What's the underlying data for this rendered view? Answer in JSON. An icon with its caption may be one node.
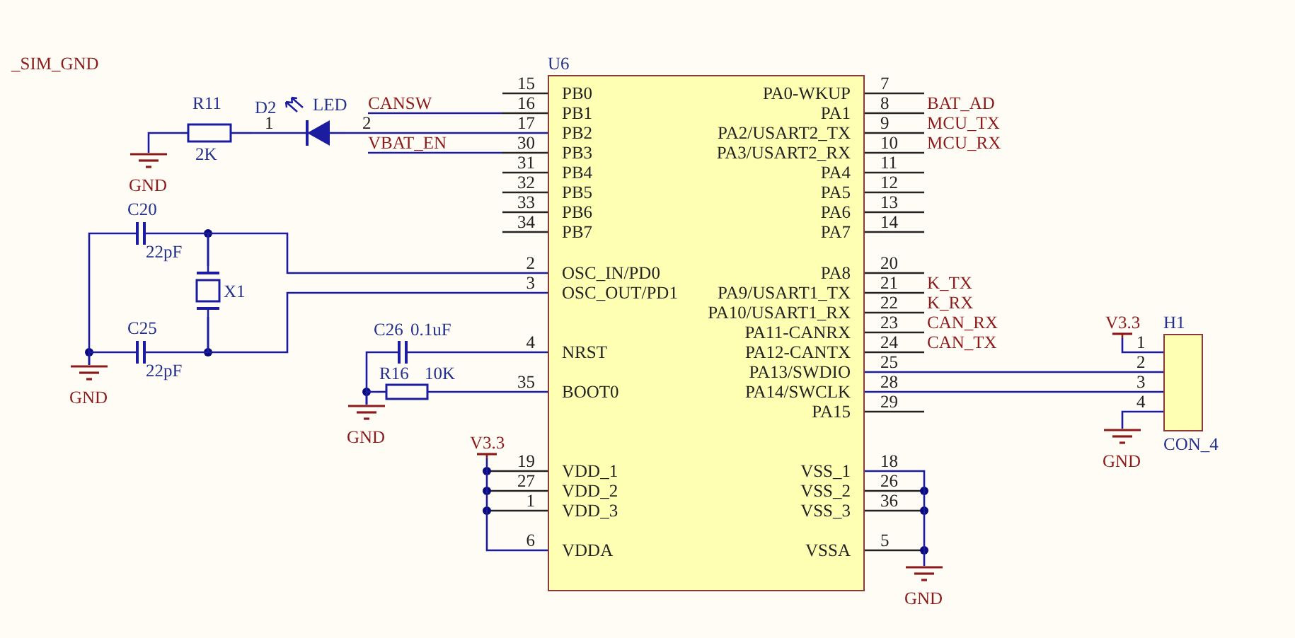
{
  "diagram": {
    "nodes": [
      {
        "text": [
          "U6",
          "PB0",
          "PB1",
          "PB2",
          "PB3",
          "PB4",
          "PB5",
          "PB6",
          "PB7",
          "OSC_IN/PD0",
          "OSC_OUT/PD1",
          "NRST",
          "BOOT0",
          "VDD_1",
          "VDD_2",
          "VDD_3",
          "VDDA",
          "PA0-WKUP",
          "PA1",
          "PA2/USART2_TX",
          "PA3/USART2_RX",
          "PA4",
          "PA5",
          "PA6",
          "PA7",
          "PA8",
          "PA9/USART1_TX",
          "PA10/USART1_RX",
          "PA11-CANRX",
          "PA12-CANTX",
          "PA13/SWDIO",
          "PA14/SWCLK",
          "PA15",
          "VSS_1",
          "VSS_2",
          "VSS_3",
          "VSSA"
        ]
      },
      {
        "text": [
          "R11",
          "2K"
        ]
      },
      {
        "text": [
          "D2",
          "LED"
        ]
      },
      {
        "text": [
          "GND"
        ]
      },
      {
        "text": [
          "C20",
          "22pF"
        ]
      },
      {
        "text": [
          "X1"
        ]
      },
      {
        "text": [
          "C25",
          "22pF"
        ]
      },
      {
        "text": [
          "GND"
        ]
      },
      {
        "text": [
          "C26",
          "0.1uF"
        ]
      },
      {
        "text": [
          "R16",
          "10K"
        ]
      },
      {
        "text": [
          "GND"
        ]
      },
      {
        "text": [
          "V3.3"
        ]
      },
      {
        "text": [
          "GND"
        ]
      },
      {
        "text": [
          "H1",
          "CON_4"
        ]
      },
      {
        "text": [
          "V3.3"
        ]
      },
      {
        "text": [
          "GND"
        ]
      }
    ],
    "edges": [
      {
        "from": 1,
        "to": 3,
        "arrow": "none"
      },
      {
        "from": 1,
        "to": 2,
        "arrow": "none"
      },
      {
        "from": 2,
        "to": 0,
        "arrow": "none"
      },
      {
        "from": 4,
        "to": 7,
        "arrow": "none"
      },
      {
        "from": 6,
        "to": 7,
        "arrow": "none"
      },
      {
        "from": 4,
        "to": 5,
        "arrow": "none"
      },
      {
        "from": 5,
        "to": 0,
        "arrow": "none"
      },
      {
        "from": 6,
        "to": 5,
        "arrow": "none"
      },
      {
        "from": 5,
        "to": 0,
        "arrow": "none"
      },
      {
        "from": 8,
        "to": 0,
        "arrow": "none"
      },
      {
        "from": 9,
        "to": 0,
        "arrow": "none"
      },
      {
        "from": 8,
        "to": 10,
        "arrow": "none"
      },
      {
        "from": 9,
        "to": 10,
        "arrow": "none"
      },
      {
        "from": 11,
        "to": 0,
        "arrow": "none"
      },
      {
        "from": 0,
        "to": 12,
        "arrow": "none"
      },
      {
        "from": 0,
        "to": 13,
        "arrow": "none"
      },
      {
        "from": 0,
        "to": 13,
        "arrow": "none"
      },
      {
        "from": 14,
        "to": 13,
        "arrow": "none"
      },
      {
        "from": 15,
        "to": 13,
        "arrow": "none"
      }
    ],
    "labels": [
      "_SIM_GND",
      "CANSW",
      "1",
      "2",
      "VBAT_EN",
      "15",
      "16",
      "17",
      "30",
      "31",
      "32",
      "33",
      "34",
      "2",
      "3",
      "4",
      "35",
      "19",
      "27",
      "1",
      "6",
      "7",
      "8",
      "9",
      "10",
      "11",
      "12",
      "13",
      "14",
      "20",
      "21",
      "22",
      "23",
      "24",
      "25",
      "28",
      "29",
      "18",
      "26",
      "36",
      "5",
      "BAT_AD",
      "MCU_TX",
      "MCU_RX",
      "K_TX",
      "K_RX",
      "CAN_RX",
      "CAN_TX",
      "1",
      "2",
      "3",
      "4"
    ]
  }
}
